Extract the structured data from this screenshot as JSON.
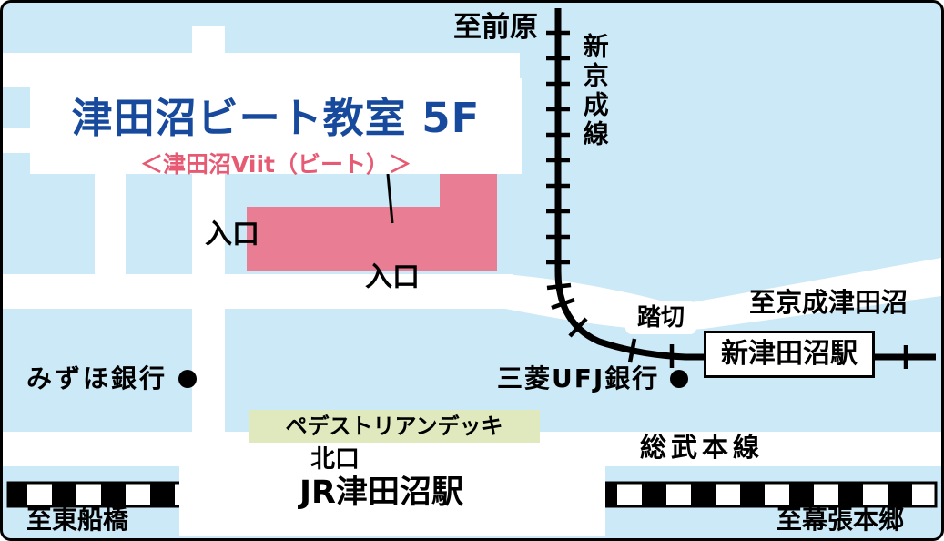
{
  "map": {
    "callout": {
      "title": "津田沼ビート教室 5F",
      "subtitle": "＜津田沼Viit（ビート）＞"
    },
    "building": {
      "entrance_left": "入口",
      "entrance_bottom": "入口"
    },
    "stations": {
      "shin_tsudanuma": "新津田沼駅",
      "jr_tsudanuma": "JR津田沼駅",
      "north_exit": "北口"
    },
    "railways": {
      "shinkeisei_line": "新京成線",
      "sobu_line": "総武本線"
    },
    "directions": {
      "maebara": "至前原",
      "keisei_tsudanuma": "至京成津田沼",
      "higashi_funabashi": "至東船橋",
      "makuhari_hongo": "至幕張本郷"
    },
    "landmarks": {
      "mizuho_bank": "みずほ銀行",
      "mufg_bank": "三菱UFJ銀行",
      "pedestrian_deck": "ペデストリアンデッキ",
      "railroad_crossing": "踏切"
    },
    "colors": {
      "background": "#cbe9f7",
      "road": "#ffffff",
      "building_pink": "#e97d93",
      "title_blue": "#174a9c",
      "subtitle_pink": "#e75a74",
      "deck_green": "#dfe9bd",
      "ink": "#000000"
    }
  }
}
